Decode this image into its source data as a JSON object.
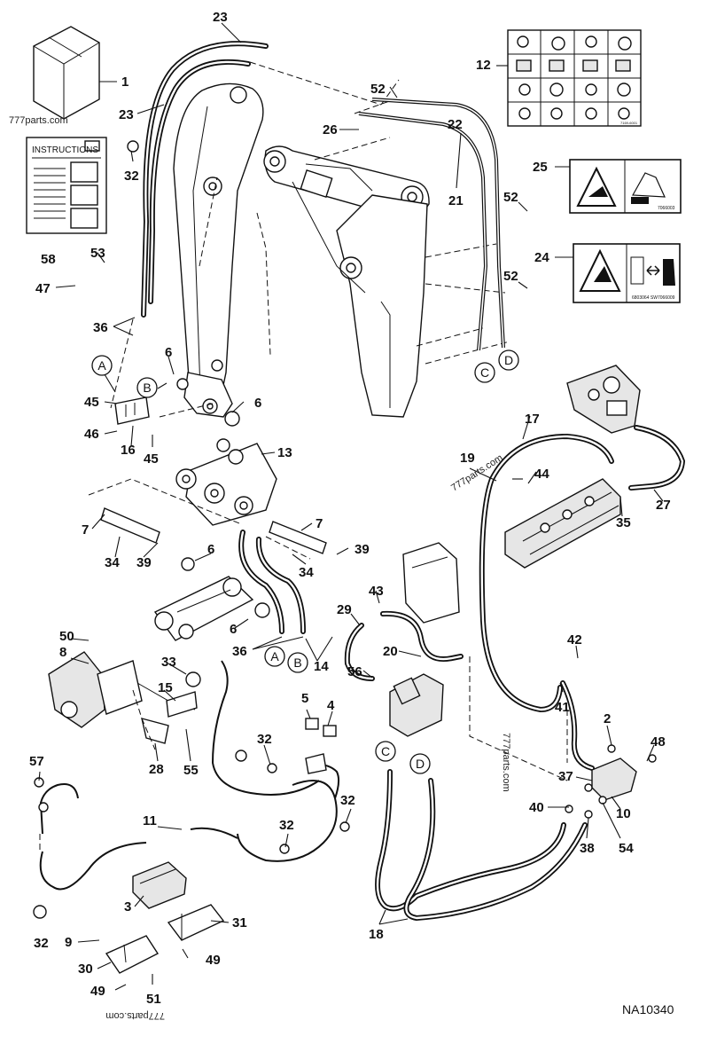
{
  "diagram": {
    "drawing_number": "NA10340",
    "watermarks": [
      "777parts.com",
      "777parts.com",
      "777parts.com",
      "777parts.com"
    ],
    "instructions_label": "INSTRUCTIONS",
    "decal_codes": {
      "d25": "7066003",
      "d24a": "6803064 SW",
      "d24b": "7066009",
      "d12": "7169-6001"
    },
    "connectors": [
      "A",
      "B",
      "C",
      "D"
    ],
    "callouts": [
      "1",
      "2",
      "3",
      "4",
      "5",
      "6",
      "7",
      "8",
      "9",
      "10",
      "11",
      "12",
      "13",
      "14",
      "15",
      "16",
      "17",
      "18",
      "19",
      "20",
      "21",
      "22",
      "23",
      "24",
      "25",
      "26",
      "27",
      "28",
      "29",
      "30",
      "31",
      "32",
      "33",
      "34",
      "35",
      "36",
      "37",
      "38",
      "39",
      "40",
      "41",
      "42",
      "43",
      "44",
      "45",
      "46",
      "47",
      "48",
      "49",
      "50",
      "51",
      "52",
      "53",
      "54",
      "55",
      "56",
      "57",
      "58"
    ]
  }
}
